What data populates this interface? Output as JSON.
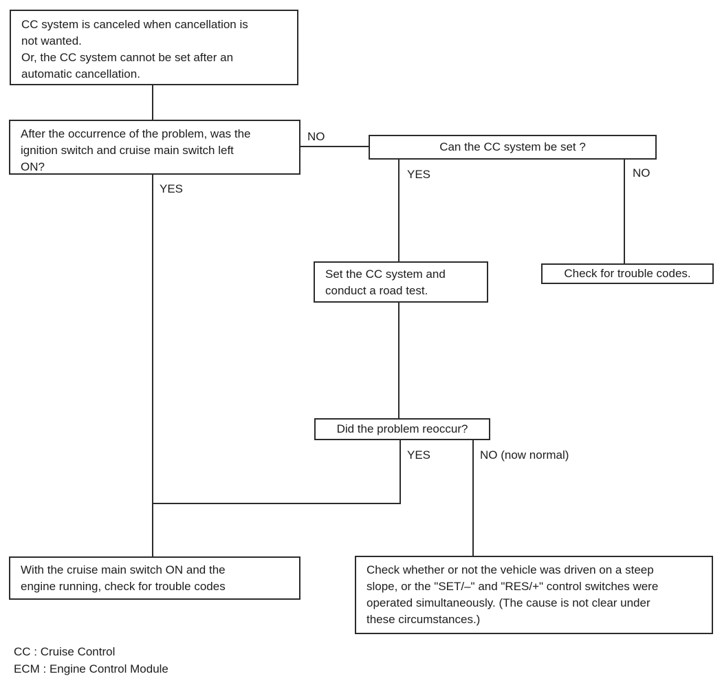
{
  "flowchart": {
    "nodes": {
      "symptom": {
        "text": "CC system is canceled when cancellation is\nnot wanted.\nOr, the CC system cannot be set after an\nautomatic cancellation."
      },
      "q_switch_left_on": {
        "text": "After the occurrence of the problem, was the\nignition switch and cruise main switch left\nON?"
      },
      "q_can_set": {
        "text": "Can the CC system be set ?"
      },
      "road_test": {
        "text": "Set the CC system and\nconduct a road test."
      },
      "trouble_codes": {
        "text": "Check for trouble codes."
      },
      "q_reoccur": {
        "text": "Did the problem reoccur?"
      },
      "check_codes_engine_running": {
        "text": "With the cruise main switch ON and the\nengine running, check for trouble codes"
      },
      "steep_slope": {
        "text": "Check whether or not the vehicle was driven on a steep\nslope, or the \"SET/–\" and \"RES/+\" control switches were\noperated simultaneously. (The cause is not clear under\nthese circumstances.)"
      }
    },
    "edge_labels": {
      "no1": "NO",
      "yes1": "YES",
      "yes2": "YES",
      "no2": "NO",
      "yes3": "YES",
      "no3": "NO (now normal)"
    },
    "legend": [
      "CC : Cruise Control",
      "ECM : Engine Control Module"
    ]
  },
  "colors": {
    "line": "#2b2b2b",
    "text": "#1c1c1c",
    "background": "#ffffff"
  }
}
